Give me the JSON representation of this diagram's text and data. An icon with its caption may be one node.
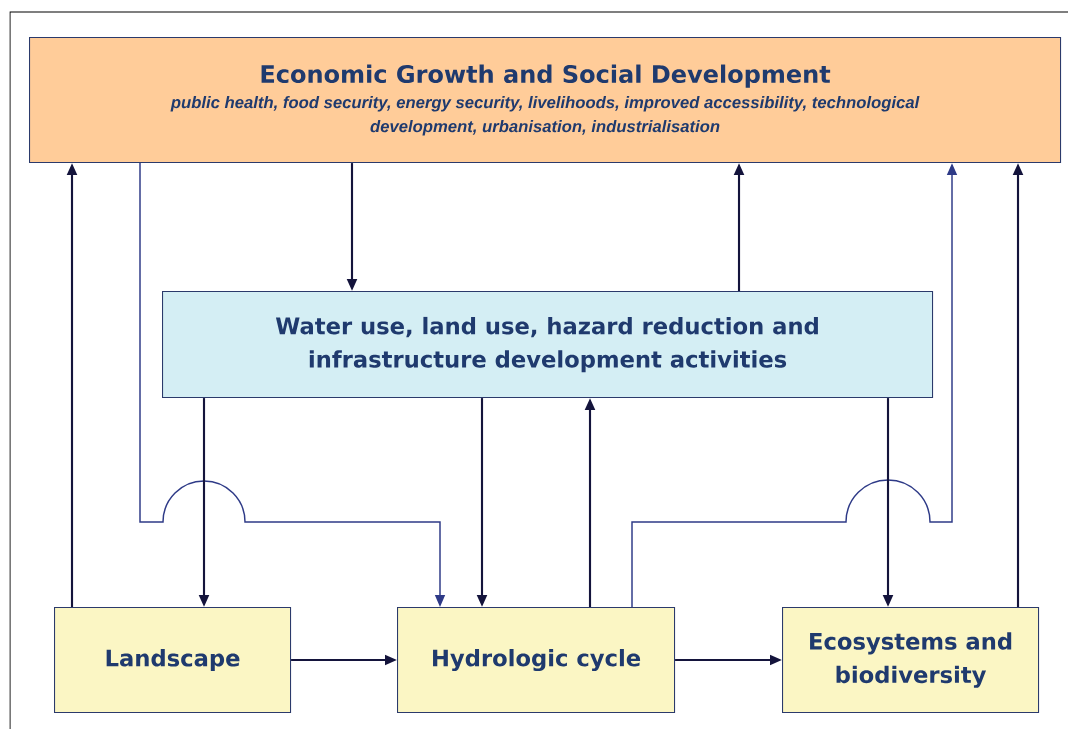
{
  "diagram": {
    "nodes": [
      {
        "text": [
          "Economic Growth and Social Development",
          "public health, food security, energy security, livelihoods, improved accessibility, technological development, urbanisation, industrialisation"
        ]
      },
      {
        "text": [
          "Water use, land use, hazard reduction and infrastructure development activities"
        ]
      },
      {
        "text": [
          "Landscape"
        ]
      },
      {
        "text": [
          "Hydrologic cycle"
        ]
      },
      {
        "text": [
          "Ecosystems and biodiversity"
        ]
      }
    ],
    "edges": [
      {
        "from": 2,
        "to": 0,
        "arrow": "to"
      },
      {
        "from": 0,
        "to": 3,
        "arrow": "to",
        "color": "#2e3a87"
      },
      {
        "from": 0,
        "to": 1,
        "arrow": "to"
      },
      {
        "from": 1,
        "to": 0,
        "arrow": "to"
      },
      {
        "from": 3,
        "to": 0,
        "arrow": "to",
        "color": "#2e3a87"
      },
      {
        "from": 4,
        "to": 0,
        "arrow": "to"
      },
      {
        "from": 1,
        "to": 2,
        "arrow": "to"
      },
      {
        "from": 1,
        "to": 3,
        "arrow": "to"
      },
      {
        "from": 3,
        "to": 1,
        "arrow": "to"
      },
      {
        "from": 1,
        "to": 4,
        "arrow": "to"
      },
      {
        "from": 2,
        "to": 3,
        "arrow": "to"
      },
      {
        "from": 3,
        "to": 4,
        "arrow": "to"
      }
    ]
  }
}
